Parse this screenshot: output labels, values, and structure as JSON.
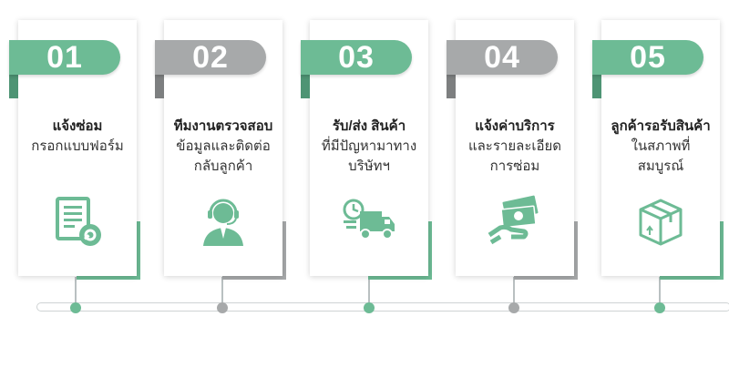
{
  "colors": {
    "green": "#6dbb95",
    "gray": "#a7a9aa",
    "shadow_green": "#6dbb95"
  },
  "steps": [
    {
      "number": "01",
      "title": "แจ้งซ่อม",
      "lines": [
        "กรอกแบบฟอร์ม"
      ],
      "tab_color": "green",
      "icon": "form-document-icon"
    },
    {
      "number": "02",
      "title": "ทีมงานตรวจสอบ",
      "lines": [
        "ข้อมูลและติดต่อ",
        "กลับลูกค้า"
      ],
      "tab_color": "gray",
      "icon": "support-agent-icon"
    },
    {
      "number": "03",
      "title": "รับ/ส่ง สินค้า",
      "lines": [
        "ที่มีปัญหามาทาง",
        "บริษัทฯ"
      ],
      "tab_color": "green",
      "icon": "delivery-truck-icon"
    },
    {
      "number": "04",
      "title": "แจ้งค่าบริการ",
      "lines": [
        "และรายละเอียด",
        "การซ่อม"
      ],
      "tab_color": "gray",
      "icon": "money-hand-icon"
    },
    {
      "number": "05",
      "title": "ลูกค้ารอรับสินค้า",
      "lines": [
        "ในสภาพที่",
        "สมบูรณ์"
      ],
      "tab_color": "green",
      "icon": "package-box-icon"
    }
  ]
}
